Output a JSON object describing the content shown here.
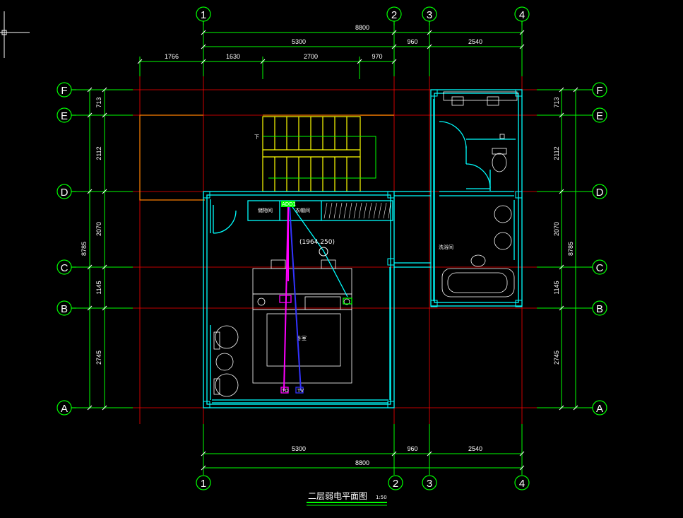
{
  "title": "二层弱电平面图",
  "scale": "1:50",
  "axes": {
    "columns": [
      "1",
      "2",
      "3",
      "4"
    ],
    "rows": [
      "F",
      "E",
      "D",
      "C",
      "B",
      "A"
    ]
  },
  "dimensions": {
    "top_overall": "8800",
    "top_segments": [
      "5300",
      "960",
      "2540"
    ],
    "top_sub": [
      "1766",
      "1630",
      "2700",
      "970"
    ],
    "bottom_segments": [
      "5300",
      "960",
      "2540"
    ],
    "bottom_overall": "8800",
    "left_segments": [
      "713",
      "2112",
      "2070",
      "1145",
      "2745"
    ],
    "left_overall": "8785",
    "right_segments": [
      "713",
      "2112",
      "2070",
      "1145",
      "2745"
    ],
    "right_overall": "8785"
  },
  "labels": {
    "up": "下",
    "room_a": "储物间",
    "room_b": "衣帽间",
    "bath": "洗浴间",
    "bedroom": "卧室",
    "add_box": "ADD1",
    "elevation": "(1964.250)",
    "to": "TO",
    "tv": "TV"
  },
  "colors": {
    "background": "#000000",
    "axis_line": "#ff0000",
    "dimension": "#00ff00",
    "wall": "#00ffff",
    "stair": "#ffff00",
    "balcony": "#ff8000",
    "magenta_cable": "#ff00ff",
    "blue_cable": "#3333ff"
  }
}
